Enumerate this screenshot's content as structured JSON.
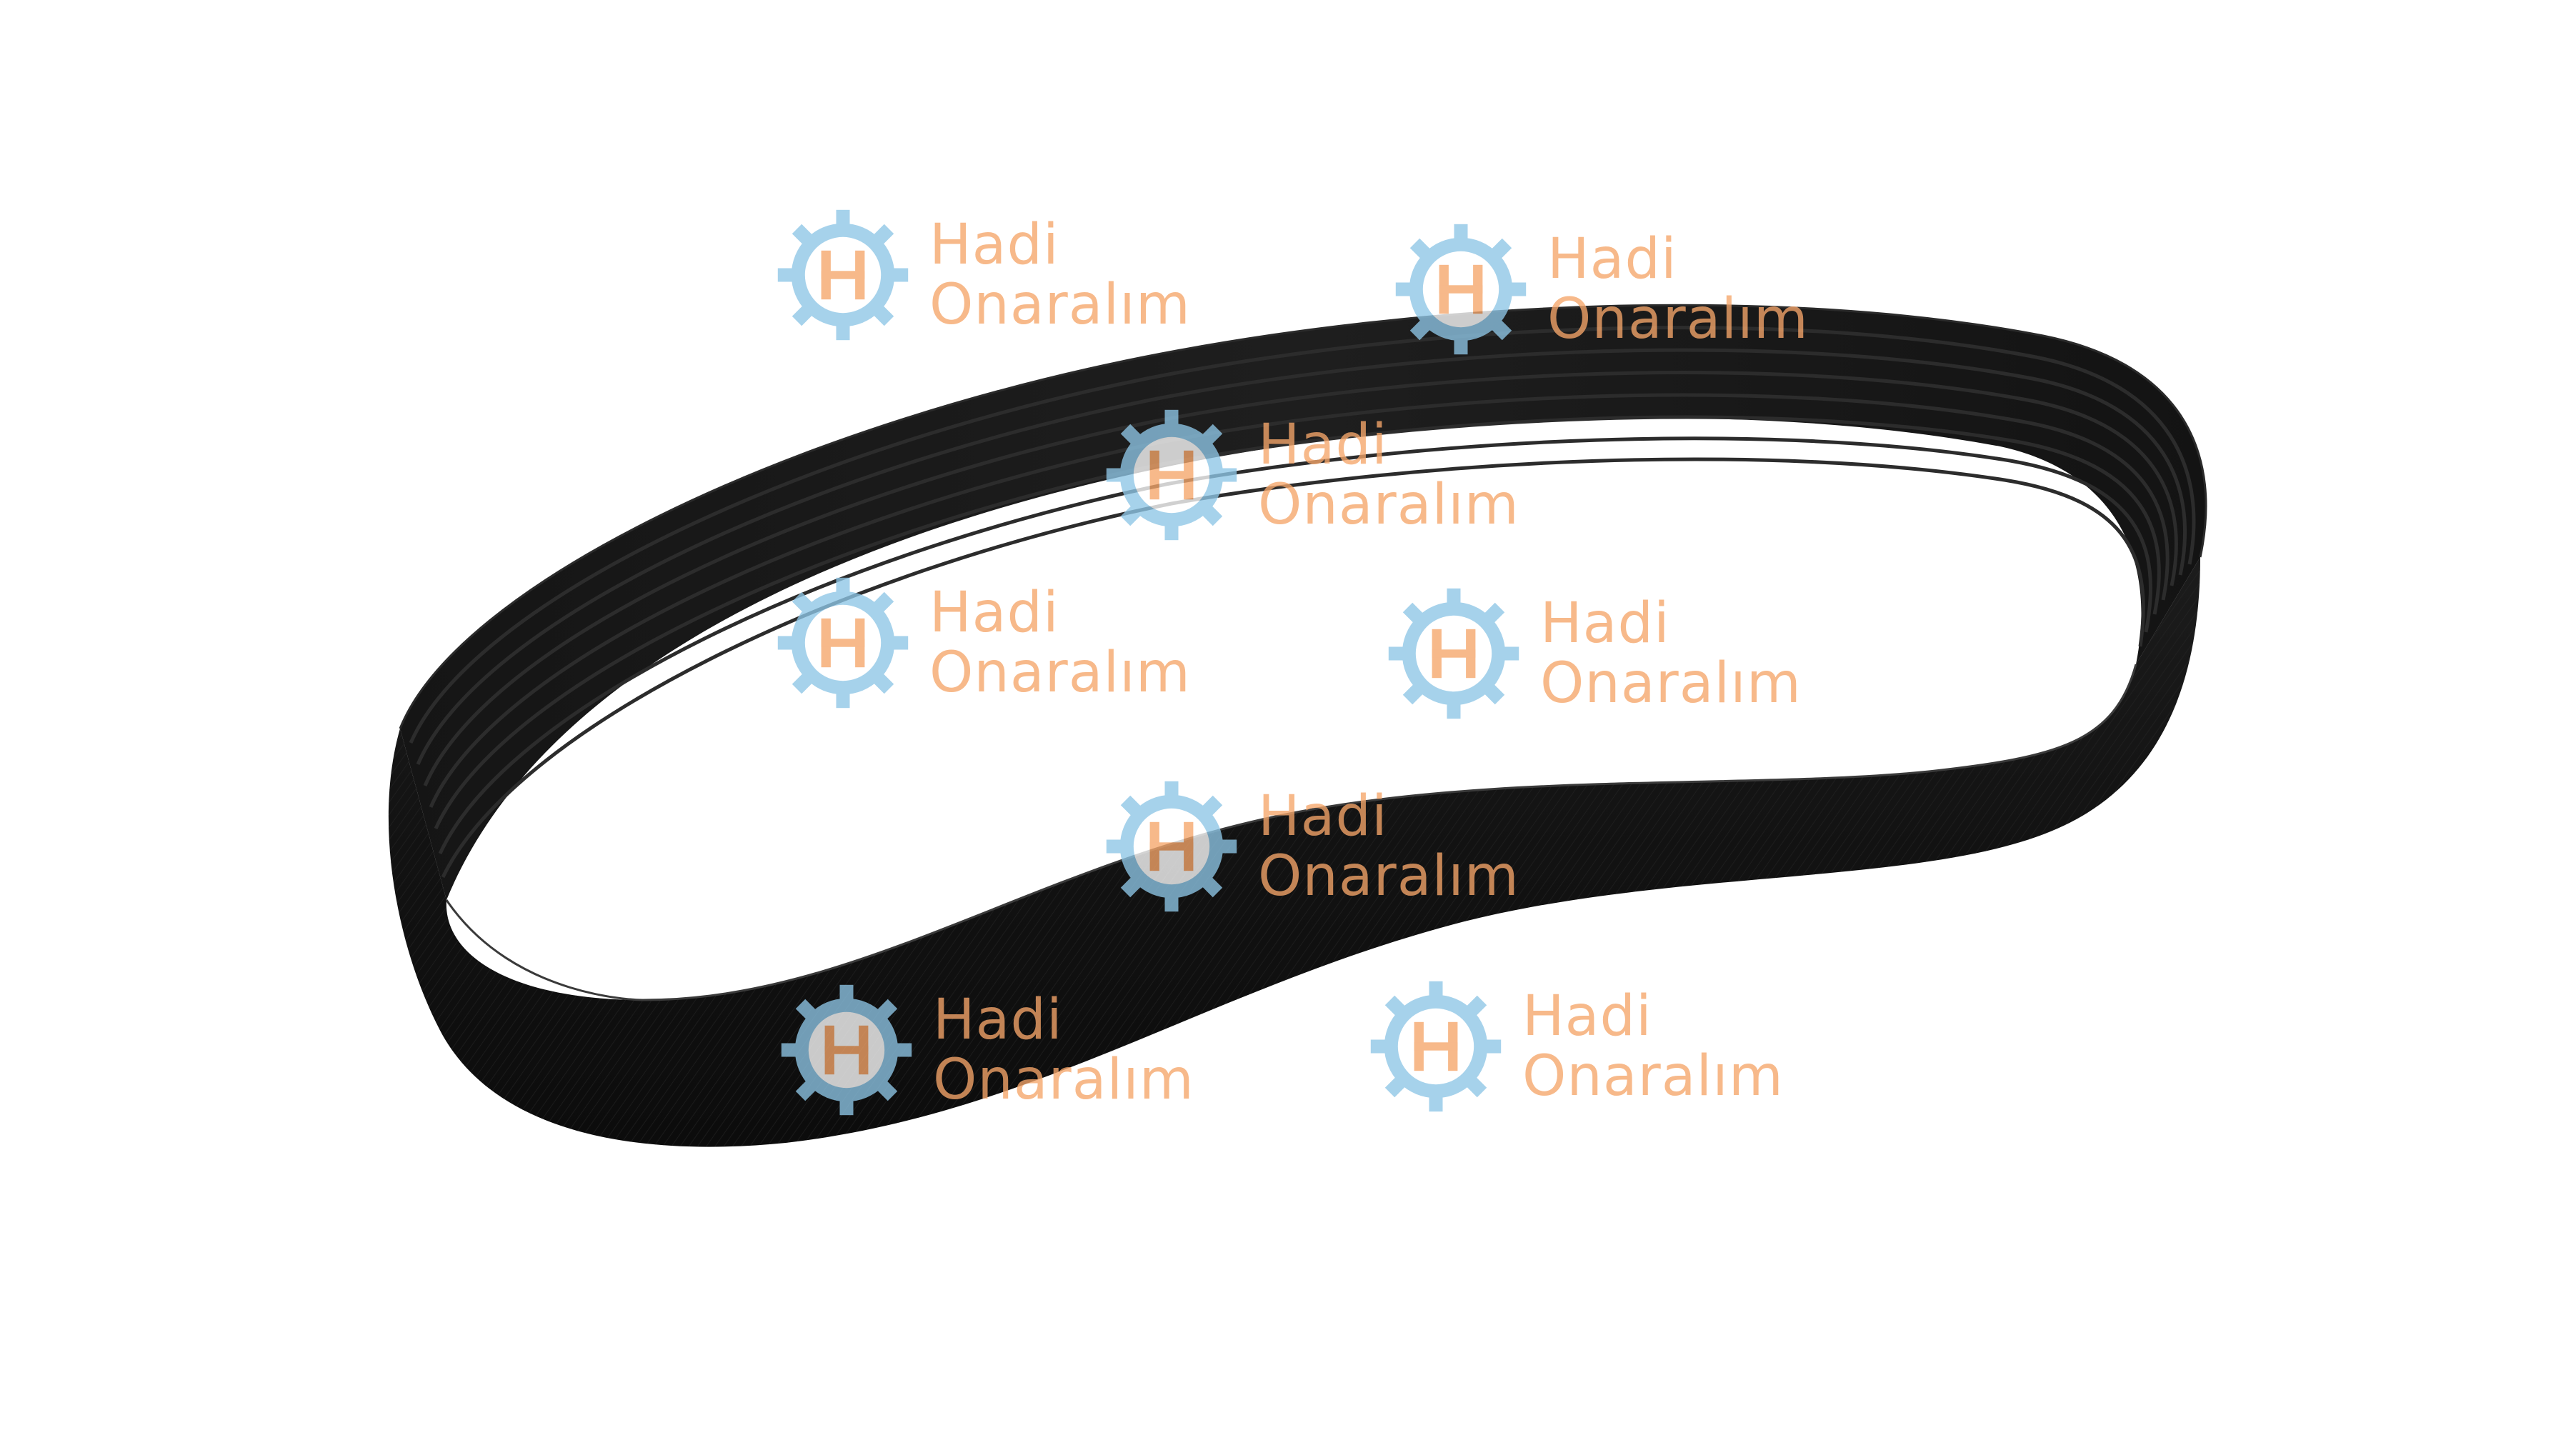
{
  "image": {
    "subject": "ribbed V-belt (poly-V belt)",
    "background_color": "#ffffff",
    "belt_color": "#141414"
  },
  "watermark": {
    "icon": "gear-h-logo-icon",
    "line1": "Hadi",
    "line2": "Onaralım",
    "gear_color": "#8ec6e6",
    "text_color": "#f6a66a"
  }
}
